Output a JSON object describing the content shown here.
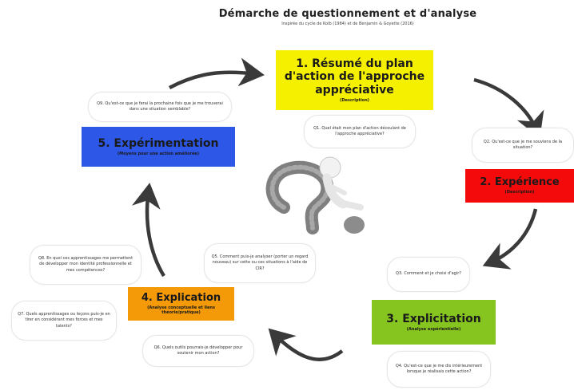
{
  "title": "Démarche de questionnement et d'analyse",
  "subtitle": "Inspirée du cycle de Kolb (1984) et de Benjamin & Goyette (2016)",
  "steps": {
    "s1": {
      "label": "1. Résumé du plan d'action de l'approche appréciative",
      "sub": "(Description)",
      "color": "#f5f000"
    },
    "s2": {
      "label": "2. Expérience",
      "sub": "(Description)",
      "color": "#f40a0a"
    },
    "s3": {
      "label": "3. Explicitation",
      "sub": "(Analyse expérientielle)",
      "color": "#86c41f"
    },
    "s4": {
      "label": "4. Explication",
      "sub": "(Analyse conceptuelle et liens théorie/pratique)",
      "color": "#f49a08"
    },
    "s5": {
      "label": "5. Expérimentation",
      "sub": "(Moyens pour une action améliorée)",
      "color": "#2d57e6"
    }
  },
  "questions": {
    "q1": "Q1. Quel était mon plan d'action découlant de l'approche appréciative?",
    "q2": "Q2. Qu'est-ce que je me souviens de la situation?",
    "q3": "Q3. Comment et je choisi d'agir?",
    "q4": "Q4. Qu'est-ce que je me dis intérieurement lorsque je réalisais cette action?",
    "q5": "Q5. Comment puis-je analyser (porter un regard nouveau) sur cette ou ces situations à l'aide de CIR?",
    "q6": "Q6. Quels outils pourrais-je développer pour soutenir mon action?",
    "q7": "Q7. Quels apprentissages ou leçons puis-je en tirer en considérant mes forces et mes talents?",
    "q8": "Q8. En quoi ces apprentissages me permettent de développer mon identité professionnelle et mes compétences?",
    "q9": "Q9. Qu'est-ce que je ferai la prochaine fois que je me trouverai dans une situation semblable?"
  },
  "colors": {
    "arrow": "#3a3a3a",
    "figure": "#8c8c8c"
  },
  "icons": {
    "center": "thinking-figure-question-mark"
  }
}
